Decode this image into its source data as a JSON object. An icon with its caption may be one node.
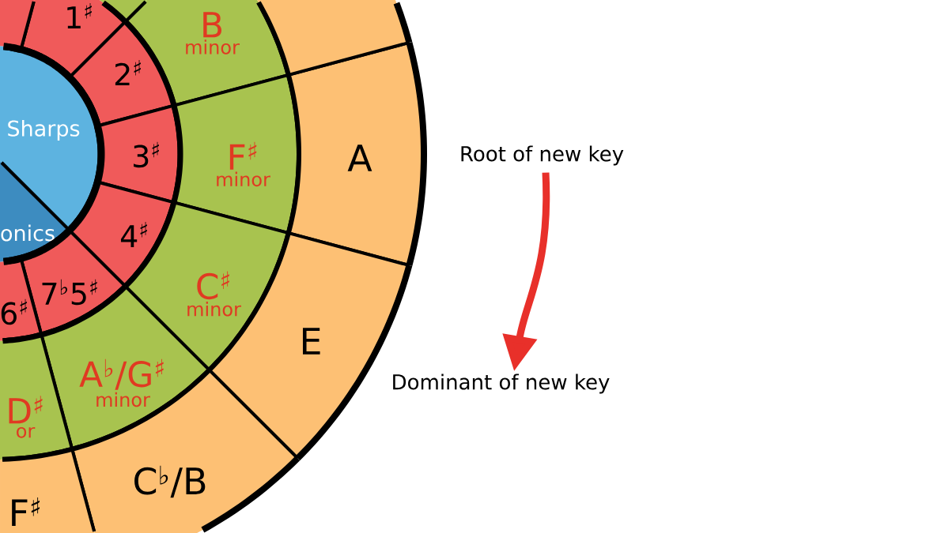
{
  "diagram": {
    "nodes": [
      {
        "text": [],
        "shape": "sector"
      },
      {
        "text": [],
        "shape": "sector"
      },
      {
        "text": [],
        "shape": "sector"
      },
      {
        "text": [
          "1$^{♯}$"
        ]
      },
      {
        "text": [
          "B",
          "minor"
        ]
      },
      {
        "text": [
          "2$^{♯}$"
        ]
      },
      {
        "text": [
          "Sharps"
        ]
      },
      {
        "text": [
          "3$^{♯}$"
        ]
      },
      {
        "text": [
          "F$^{♯}$",
          "minor"
        ]
      },
      {
        "text": [
          "A"
        ]
      },
      {
        "text": [
          "4$^{♯}$"
        ]
      },
      {
        "text": [
          "onics"
        ]
      },
      {
        "text": [
          "C$^{♯}$",
          "minor"
        ]
      },
      {
        "text": [
          "7$^{♭}$5$^{♯}$"
        ]
      },
      {
        "text": [
          "6$^{♯}$"
        ]
      },
      {
        "text": [
          "E"
        ]
      },
      {
        "text": [
          "A$^{♭}$/G$^{♯}$",
          "minor"
        ]
      },
      {
        "text": [
          "D$^{♯}$",
          "or"
        ]
      },
      {
        "text": [
          "C$^{♭}$/B"
        ]
      },
      {
        "text": [
          "F$^{♯}$"
        ]
      },
      {
        "text": [
          "Root of new key"
        ]
      },
      {
        "text": [
          "Dominant of new key"
        ]
      }
    ],
    "edges": [
      {
        "from": 20,
        "to": 21,
        "arrow": "to",
        "color": "#e8302a"
      }
    ]
  }
}
